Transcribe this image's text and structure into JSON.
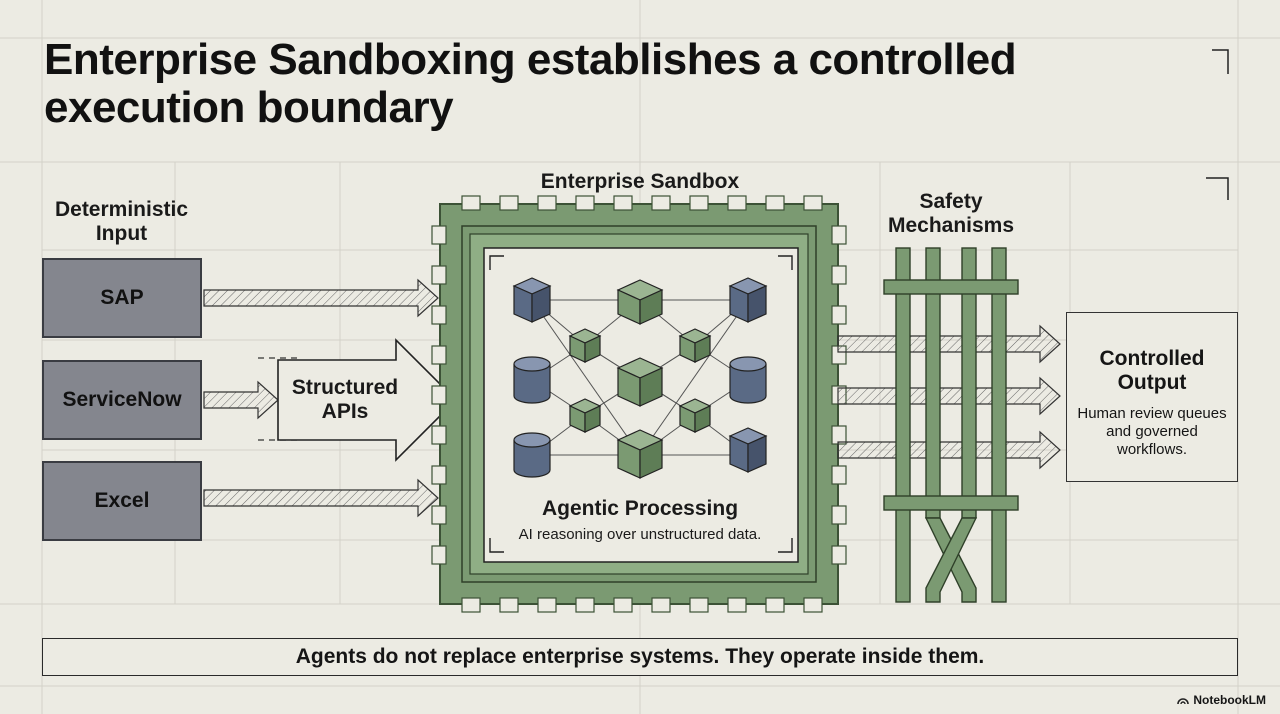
{
  "title": "Enterprise Sandboxing establishes a controlled execution boundary",
  "input": {
    "heading": "Deterministic Input",
    "systems": [
      "SAP",
      "ServiceNow",
      "Excel"
    ]
  },
  "apis_label": "Structured APIs",
  "sandbox": {
    "label": "Enterprise Sandbox",
    "processing_title": "Agentic Processing",
    "processing_caption": "AI reasoning over unstructured data."
  },
  "safety_label": "Safety Mechanisms",
  "output": {
    "title": "Controlled Output",
    "description": "Human review queues and governed workflows."
  },
  "footer_note": "Agents do not replace enterprise systems. They operate inside them.",
  "brand": "NotebookLM",
  "colors": {
    "background": "#ecebe3",
    "sandbox_green": "#7b9a72",
    "system_gray": "#84868e",
    "node_slate": "#5a6a85"
  }
}
